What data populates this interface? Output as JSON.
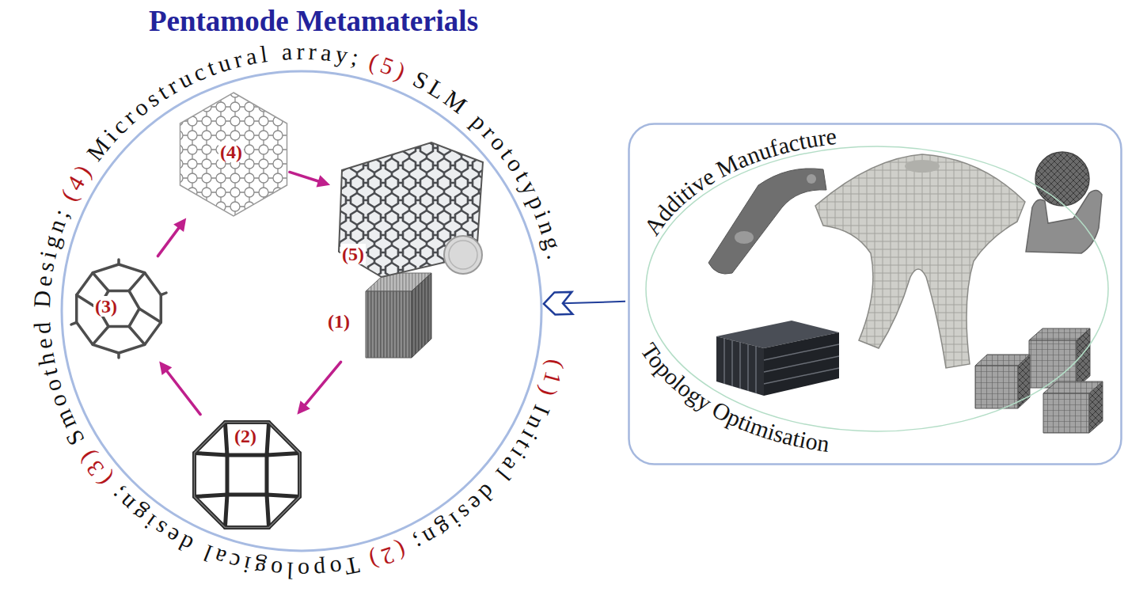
{
  "diagram": {
    "title": "Pentamode Metamaterials",
    "nodes": [
      {
        "text": [
          "(1)",
          "Initial design;",
          "(2)",
          "Topological design;",
          "(3)",
          "Smoothed Design;",
          "(4)",
          "Microstructural array;",
          "(5)",
          "SLM prototyping."
        ]
      },
      {
        "text": [
          "(1)"
        ],
        "in": 0
      },
      {
        "text": [
          "(2)"
        ],
        "in": 0
      },
      {
        "text": [
          "(3)"
        ],
        "in": 0
      },
      {
        "text": [
          "(4)"
        ],
        "in": 0
      },
      {
        "text": [
          "(5)"
        ],
        "in": 0
      },
      {
        "text": [
          "Additive Manufacture",
          "Topology Optimisation"
        ]
      }
    ],
    "edges": [
      {
        "from": 1,
        "to": 2,
        "arrow": "to"
      },
      {
        "from": 2,
        "to": 3,
        "arrow": "to"
      },
      {
        "from": 3,
        "to": 4,
        "arrow": "to"
      },
      {
        "from": 4,
        "to": 5,
        "arrow": "to"
      },
      {
        "from": 6,
        "to": 0,
        "arrow": "to"
      }
    ]
  }
}
